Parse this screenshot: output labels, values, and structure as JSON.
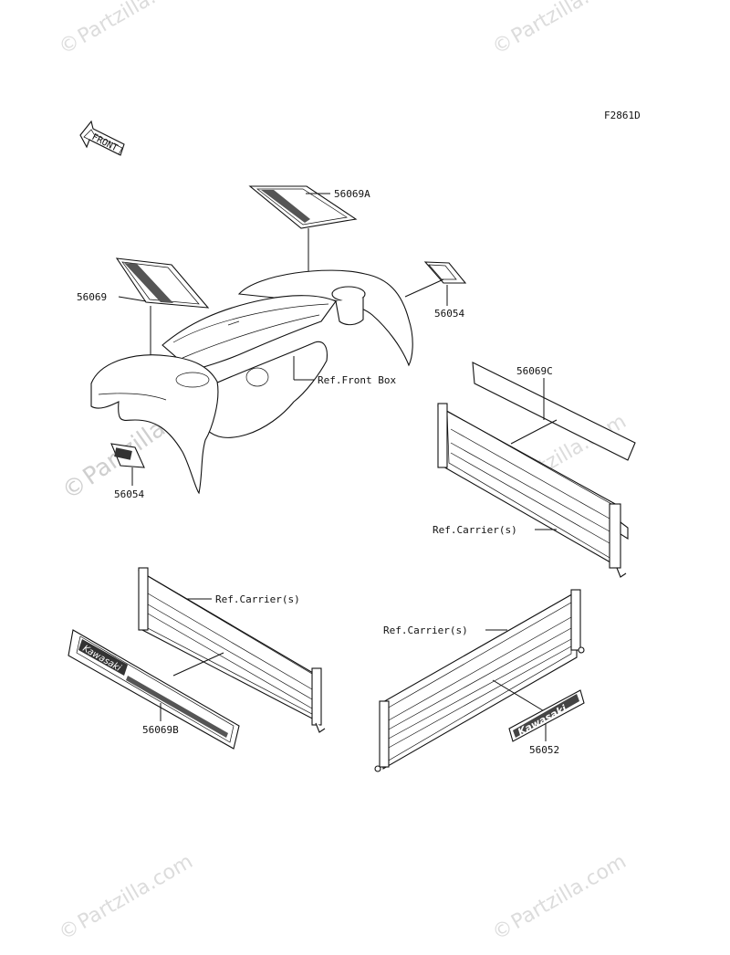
{
  "diagram_code": "F2861D",
  "front_arrow": "FRONT",
  "watermark": "Partzilla.com",
  "watermark_symbol": "©",
  "decal_brand": "Kawasaki",
  "labels": {
    "p56069A": "56069A",
    "p56069": "56069",
    "p56054_top": "56054",
    "ref_front_box": "Ref.Front Box",
    "p56054_left": "56054",
    "p56069C": "56069C",
    "ref_carrier_right": "Ref.Carrier(s)",
    "ref_carrier_left": "Ref.Carrier(s)",
    "ref_carrier_bottom": "Ref.Carrier(s)",
    "p56069B": "56069B",
    "p56052": "56052"
  }
}
